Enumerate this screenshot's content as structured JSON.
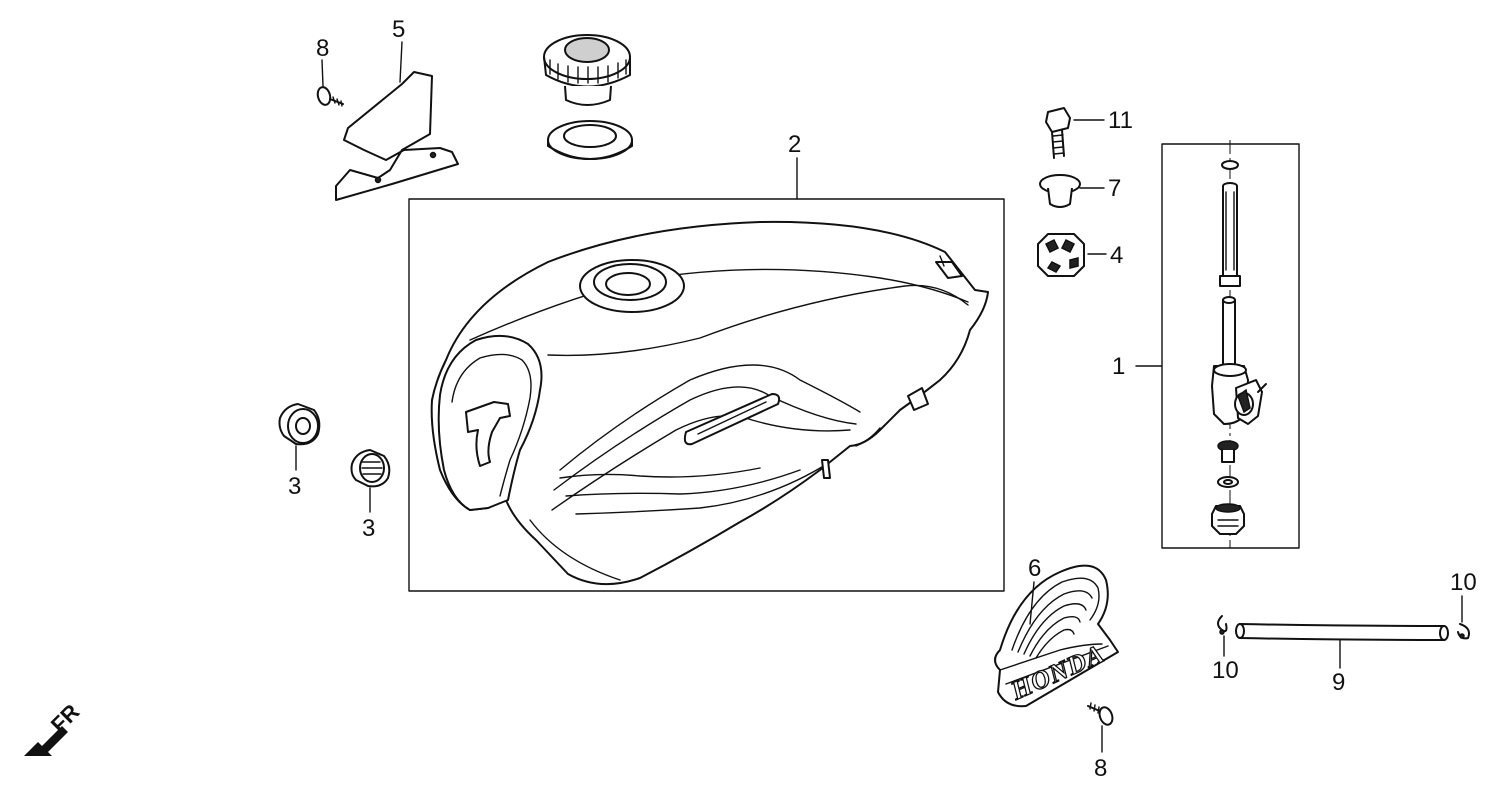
{
  "diagram": {
    "labels": {
      "tank": "2",
      "fuel_valve": "1",
      "cushion_left": "3",
      "cushion_right": "3",
      "valve_nut": "4",
      "bracket": "5",
      "emblem": "6",
      "collar": "7",
      "screw_top": "8",
      "screw_bottom": "8",
      "tube": "9",
      "clip_left": "10",
      "clip_right": "10",
      "bolt": "11"
    },
    "emblem_text": "HONDA",
    "front_indicator": "FR"
  }
}
